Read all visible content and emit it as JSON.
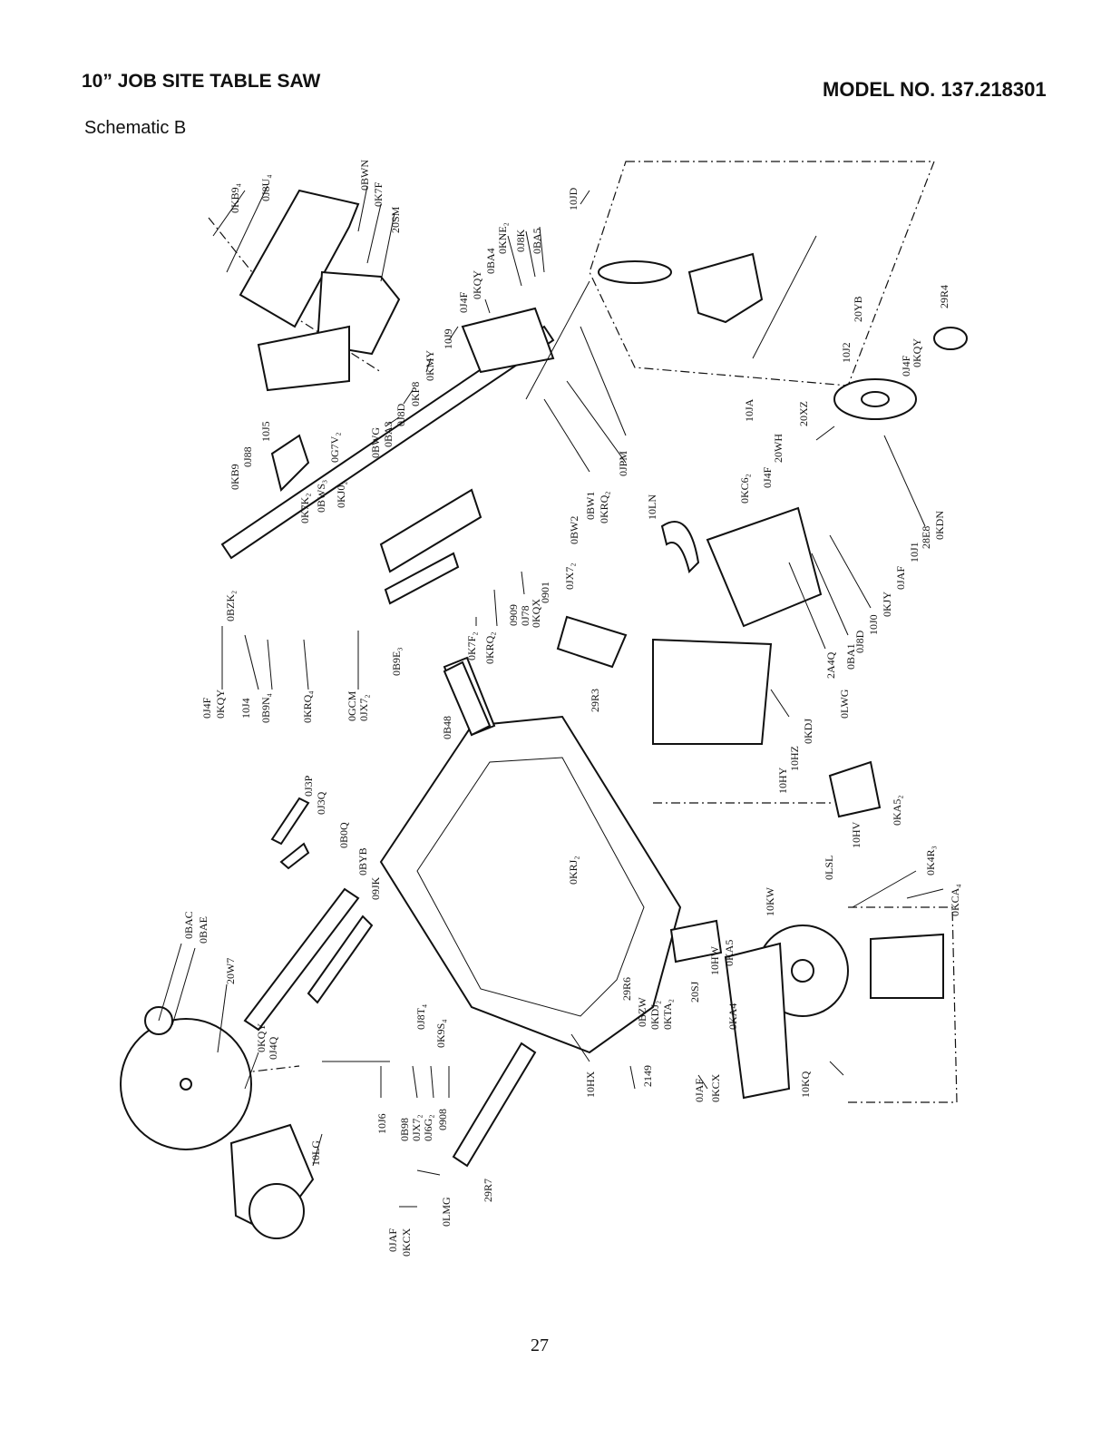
{
  "header": {
    "title_left": "10” JOB SITE TABLE SAW",
    "title_right": "MODEL NO. 137.218301",
    "subtitle": "Schematic B"
  },
  "page_number": "27",
  "parts": [
    "0KB9₄",
    "0J8U₄",
    "0BWN",
    "0K7F",
    "20SM",
    "10JD",
    "0BA4",
    "0KNE₂",
    "0J8K",
    "0BA5",
    "0KQY",
    "0J4F",
    "10J9",
    "0KMY",
    "0KP8",
    "0J8D",
    "0BWG",
    "0BA3",
    "10J5",
    "0G7V₂",
    "0J88",
    "0KB9",
    "0KJ0₂",
    "0BWS₃",
    "0K7K₂",
    "0BZK₂",
    "0J4F",
    "0KQY",
    "10J4",
    "0B9N₄",
    "0KRQ₄",
    "0GCM",
    "0JX7₂",
    "0B9E₃",
    "0K7F₂",
    "0KRQ₂",
    "0909",
    "0J78",
    "0KQX",
    "0901",
    "0JX7₂",
    "0BW2",
    "0BW1",
    "0KRQ₂",
    "0JPM",
    "10JA",
    "20YB",
    "29R4",
    "10J2",
    "0J4F",
    "0KQY",
    "20XZ",
    "20WH",
    "0J4F",
    "0KC6₂",
    "10LN",
    "28E8",
    "0KDN",
    "10J1",
    "0JAF",
    "0KJY",
    "10J0",
    "0J8D",
    "0BA1",
    "0LWG",
    "2A4Q",
    "0KDJ",
    "10HZ",
    "10HY",
    "29R3",
    "0B48",
    "0J3P",
    "0J3Q",
    "0B0Q",
    "0BYB",
    "09JK",
    "0BAC",
    "0BAE",
    "20W7",
    "0KQY",
    "0J4Q",
    "0J8T₄",
    "0K9S₄",
    "10J6",
    "0B98",
    "0JX7₂",
    "0J6G₂",
    "0908",
    "10LG",
    "0LMG",
    "0JAF",
    "0KCX",
    "29R7",
    "0KRJ₂",
    "29R6",
    "0BZW",
    "0KDJ₂",
    "0KTA₂",
    "20SJ",
    "10HW",
    "0KA5",
    "10HX",
    "2149",
    "0KA4",
    "0JAF",
    "0KCX",
    "10KW",
    "0LSL",
    "10HV",
    "0KA5₂",
    "0K4R₃",
    "0KCA₄",
    "10KQ"
  ]
}
